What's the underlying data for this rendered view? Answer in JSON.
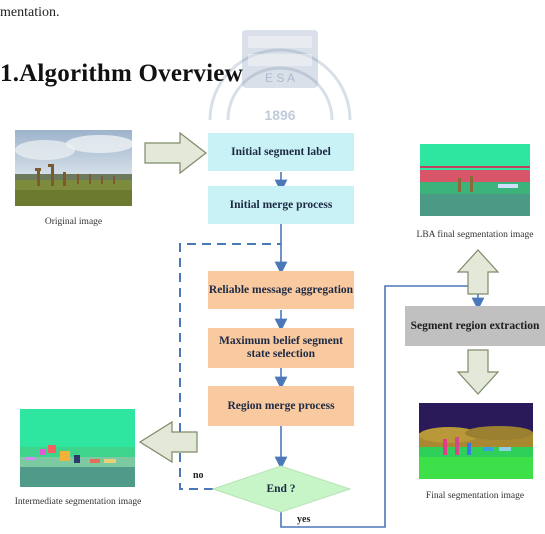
{
  "header": {
    "top_text": "mentation.",
    "heading": "1.Algorithm Overview",
    "watermark_year": "1896",
    "watermark_letters": "E S A"
  },
  "flow": {
    "initial_segment_label": "Initial segment label",
    "initial_merge_process": "Initial merge process",
    "reliable_message_aggregation": "Reliable message aggregation",
    "max_belief_line1": "Maximum belief segment",
    "max_belief_line2": "state selection",
    "region_merge_process": "Region merge process",
    "end_decision": "End ?",
    "segment_region_extraction": "Segment region extraction",
    "label_no": "no",
    "label_yes": "yes"
  },
  "captions": {
    "original_image": "Original image",
    "lba_final": "LBA final segmentation image",
    "intermediate": "Intermediate segmentation image",
    "final": "Final segmentation image"
  },
  "colors": {
    "cyan_box": "#c9f2f6",
    "orange_box": "#f9c9a0",
    "gray_box": "#c0c0c0",
    "decision": "#c8f5c8",
    "arrow_blue": "#4a78b8"
  }
}
